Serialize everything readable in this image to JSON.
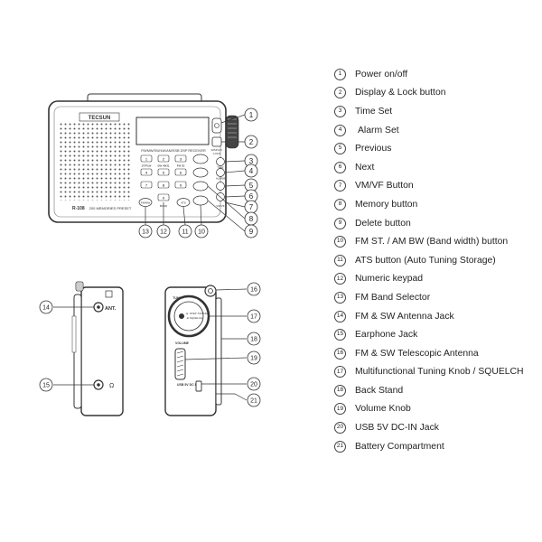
{
  "radio": {
    "brand": "TECSUN",
    "model": "R-108",
    "band_strip": "FM/MW/SW/LW/AM/SSB DSP RECEIVER",
    "memory_label": "200 MEMORIES PRESET",
    "side_labels": [
      "DISPLAY",
      "LOCK",
      "TIME",
      "ALARM",
      "VM/VF"
    ],
    "keys": [
      [
        "1",
        "2",
        "3"
      ],
      [
        "4",
        "5",
        "6"
      ],
      [
        "7",
        "8",
        "9"
      ],
      [
        "0"
      ]
    ],
    "key_captions": [
      "ST/FLW",
      "SW 49/31",
      "FM 30"
    ],
    "bottom_buttons": [
      "FM/MW",
      "ATS",
      "BAND"
    ],
    "side_view": {
      "antenna_label": "ANT.",
      "tuning_label": "TUNING",
      "knob_labels": [
        "► STEP TUNING",
        "◄ SQUELCH"
      ],
      "volume_label": "VOLUME",
      "usb_label": "USB 5V DC IN"
    }
  },
  "callouts": [
    "1",
    "2",
    "3",
    "4",
    "5",
    "6",
    "7",
    "8",
    "9",
    "10",
    "11",
    "12",
    "13",
    "14",
    "15",
    "16",
    "17",
    "18",
    "19",
    "20",
    "21"
  ],
  "legend": [
    {
      "num": "1",
      "text": "Power on/off"
    },
    {
      "num": "2",
      "text": "Display & Lock button"
    },
    {
      "num": "3",
      "text": "Time Set"
    },
    {
      "num": "4",
      "text": "Alarm Set"
    },
    {
      "num": "5",
      "text": "Previous"
    },
    {
      "num": "6",
      "text": "Next"
    },
    {
      "num": "7",
      "text": "VM/VF Button"
    },
    {
      "num": "8",
      "text": "Memory button"
    },
    {
      "num": "9",
      "text": "Delete button"
    },
    {
      "num": "10",
      "text": "FM ST. / AM BW (Band width) button"
    },
    {
      "num": "11",
      "text": "ATS button (Auto Tuning Storage)"
    },
    {
      "num": "12",
      "text": "Numeric keypad"
    },
    {
      "num": "13",
      "text": "FM Band Selector"
    },
    {
      "num": "14",
      "text": "FM & SW Antenna Jack"
    },
    {
      "num": "15",
      "text": "Earphone Jack"
    },
    {
      "num": "16",
      "text": "FM & SW Telescopic Antenna"
    },
    {
      "num": "17",
      "text": "Multifunctional Tuning Knob / SQUELCH"
    },
    {
      "num": "18",
      "text": "Back Stand"
    },
    {
      "num": "19",
      "text": "Volume Knob"
    },
    {
      "num": "20",
      "text": "USB 5V DC-IN Jack"
    },
    {
      "num": "21",
      "text": "Battery Compartment"
    }
  ]
}
